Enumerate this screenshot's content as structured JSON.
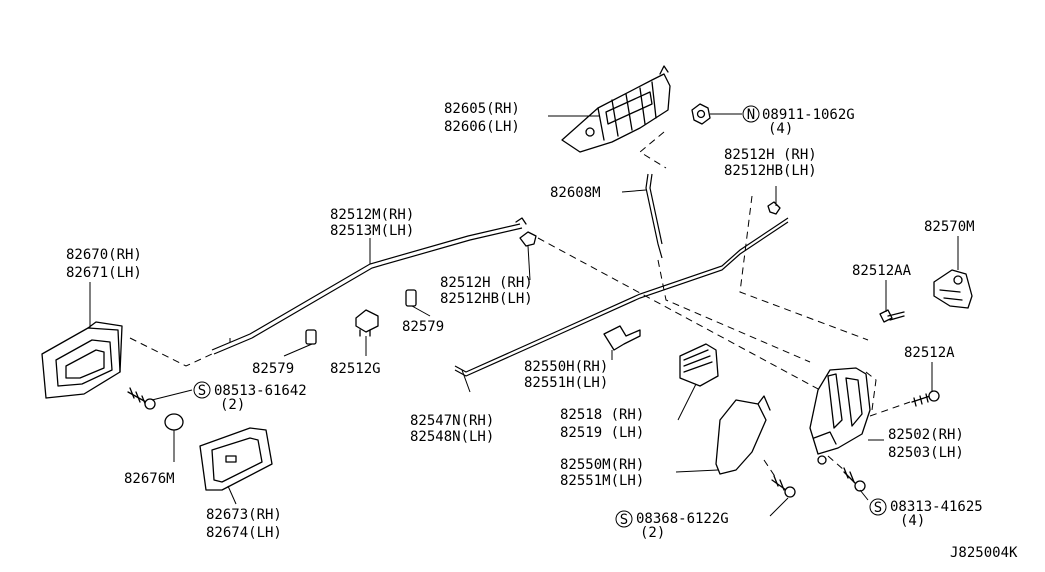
{
  "callouts": {
    "p82605": [
      "82605(RH)",
      "82606(LH)"
    ],
    "p08911": [
      "08911-1062G",
      "(4)"
    ],
    "p82512H_top": [
      "82512H (RH)",
      "82512HB(LH)"
    ],
    "p82608M": [
      "82608M"
    ],
    "p82512M": [
      "82512M(RH)",
      "82513M(LH)"
    ],
    "p82570M": [
      "82570M"
    ],
    "p82670": [
      "82670(RH)",
      "82671(LH)"
    ],
    "p82512H_mid": [
      "82512H (RH)",
      "82512HB(LH)"
    ],
    "p82512AA": [
      "82512AA"
    ],
    "p82579_a": [
      "82579"
    ],
    "p82579_b": [
      "82579"
    ],
    "p82512G": [
      "82512G"
    ],
    "p08513": [
      "08513-61642",
      "(2)"
    ],
    "p82550H": [
      "82550H(RH)",
      "82551H(LH)"
    ],
    "p82512A": [
      "82512A"
    ],
    "p82547N": [
      "82547N(RH)",
      "82548N(LH)"
    ],
    "p82518": [
      "82518 (RH)",
      "82519 (LH)"
    ],
    "p82502": [
      "82502(RH)",
      "82503(LH)"
    ],
    "p82676M": [
      "82676M"
    ],
    "p82550M": [
      "82550M(RH)",
      "82551M(LH)"
    ],
    "p08313": [
      "08313-41625",
      "(4)"
    ],
    "p82673": [
      "82673(RH)",
      "82674(LH)"
    ],
    "p08368": [
      "08368-6122G",
      "(2)"
    ]
  },
  "symbols": {
    "nut_marker": "N",
    "screw_marker": "S"
  },
  "diagram_code": "J825004K"
}
